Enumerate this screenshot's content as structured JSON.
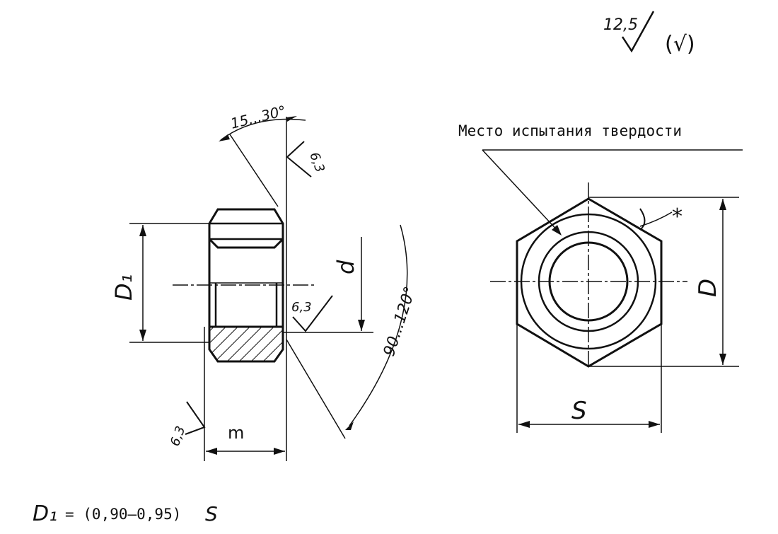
{
  "roughness_general": "12,5",
  "roughness_bracket": "(√)",
  "angle_chamfer": "15...30°",
  "angle_countersink": "90...120°",
  "roughness_face": "6,3",
  "roughness_thread": "6,3",
  "roughness_bearing": "6,3",
  "dim_D1": "D₁",
  "dim_d": "d",
  "dim_m": "m",
  "dim_D": "D",
  "dim_S": "S",
  "label_hardness": "Место испытания твердости",
  "marker_star": "*",
  "formula_lhs": "D₁",
  "formula_rhs": "= (0,90–0,95)",
  "formula_var": "S"
}
